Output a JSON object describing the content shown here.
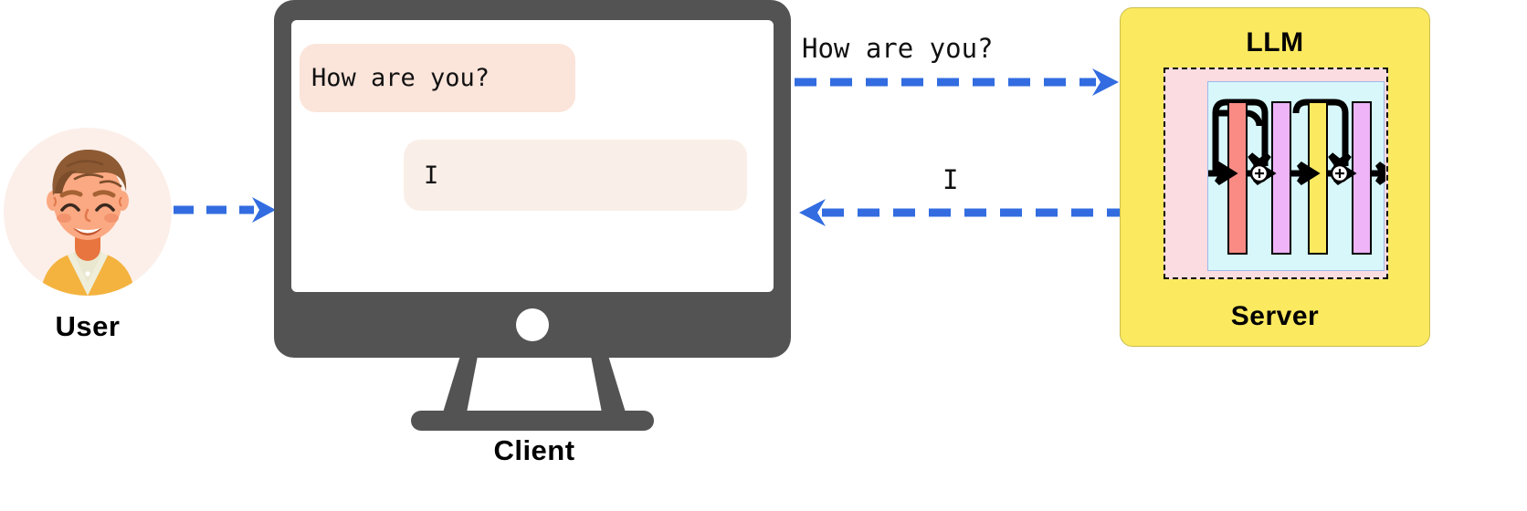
{
  "diagram": {
    "title": "LLM client-server streaming request/response",
    "accent_blue": "#326CE0",
    "monitor_color": "#535353",
    "server_color": "#FBE95F"
  },
  "user": {
    "label": "User",
    "avatar_icon": "user-avatar-illustration",
    "avatar_bg": "#FCEFE9"
  },
  "client": {
    "label": "Client",
    "device_icon": "desktop-monitor-icon",
    "messages": [
      {
        "role": "user",
        "text": "How are you?",
        "bubble_color": "#FBE4DA"
      },
      {
        "role": "assistant",
        "text": "I",
        "bubble_color": "#FAEFE8"
      }
    ]
  },
  "server": {
    "top_label": "LLM",
    "bottom_label": "Server",
    "box_color": "#FBE95F",
    "model_outer_color": "#FBDCE1",
    "model_inner_color": "#D7F7FB",
    "layers": [
      {
        "name": "embedding",
        "color": "#F79824"
      },
      {
        "name": "attention",
        "color": "#F98B84"
      },
      {
        "name": "norm",
        "color": "#EEB4F7"
      },
      {
        "name": "feedforward",
        "color": "#FBE95F"
      },
      {
        "name": "output",
        "color": "#EEB4F7"
      }
    ],
    "residual_icon": "plus-circle-icon"
  },
  "arrows": [
    {
      "name": "user-to-client",
      "label": "",
      "direction": "right"
    },
    {
      "name": "client-to-server",
      "label": "How are you?",
      "direction": "right"
    },
    {
      "name": "server-to-client",
      "label": "I",
      "direction": "left"
    }
  ]
}
